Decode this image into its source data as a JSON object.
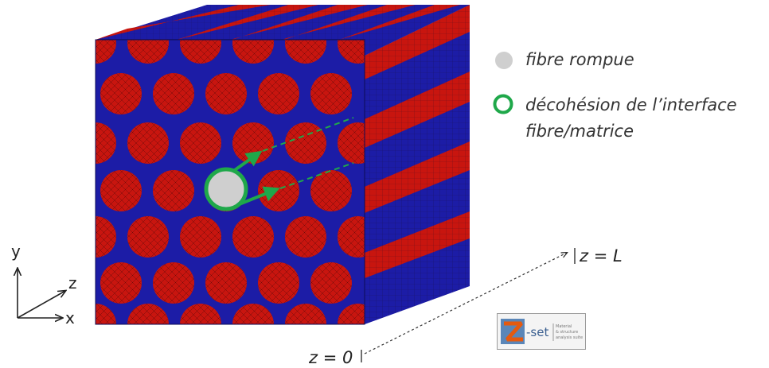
{
  "legend": {
    "broken_fibre": "fibre rompue",
    "debond_line1": "décohésion de l’interface",
    "debond_line2": "fibre/matrice"
  },
  "axes": {
    "x": "x",
    "y": "y",
    "z": "z"
  },
  "z_labels": {
    "start": "z = 0",
    "end": "z = L"
  },
  "logo": {
    "text": "Z-set",
    "small_text": "Material & structure analysis suite"
  },
  "colors": {
    "matrix": "#1c1ca6",
    "fibre": "#c8150f",
    "mesh": "#1a0a0a",
    "broken_fibre": "#cfcfcf",
    "debond": "#1fa84a",
    "logo_accent": "#e45a10"
  }
}
